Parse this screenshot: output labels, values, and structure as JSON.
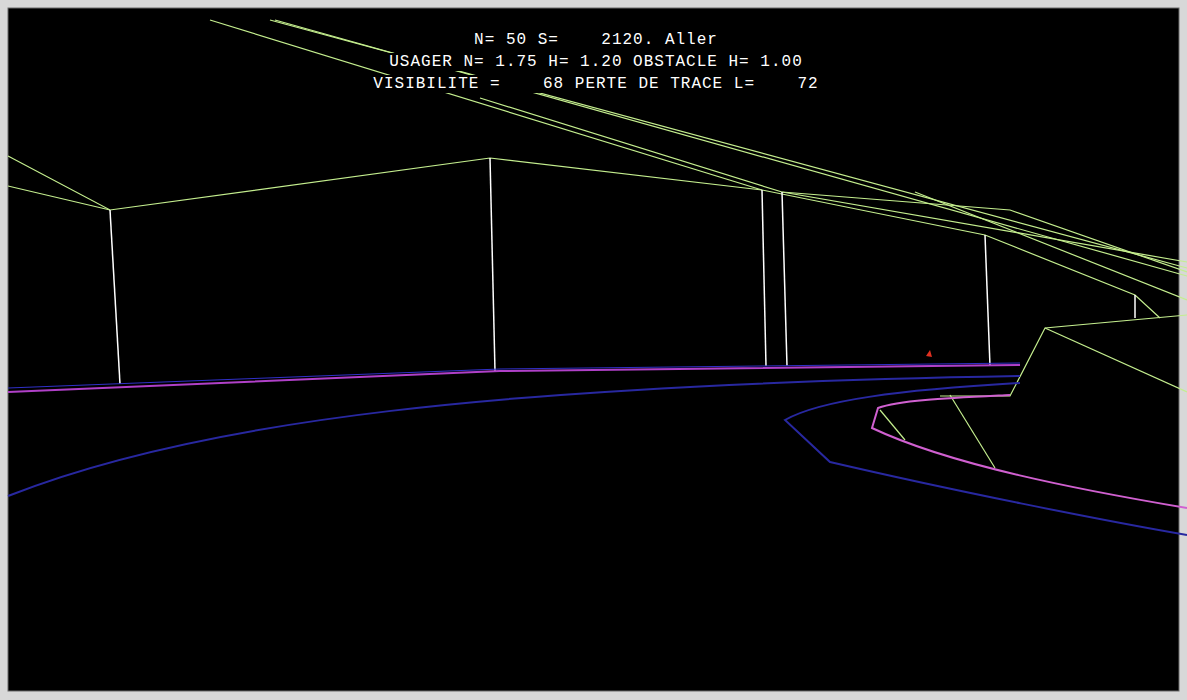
{
  "diagram": {
    "labels": [
      "N= 50 S=    2120. Aller",
      "USAGER N= 1.75 H= 1.20 OBSTACLE H= 1.00",
      "VISIBILITE =    68 PERTE DE TRACE L=    72"
    ]
  }
}
